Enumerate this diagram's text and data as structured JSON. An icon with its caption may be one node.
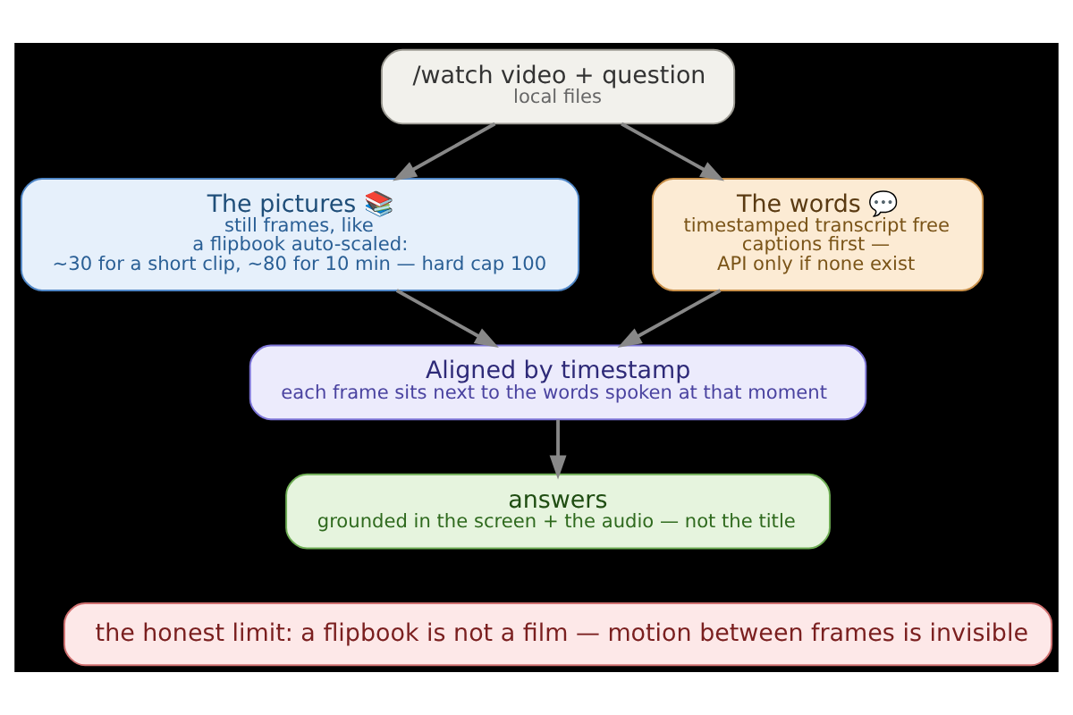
{
  "diagram": {
    "nodes": [
      {
        "text": [
          "/watch video + question",
          "local files"
        ]
      },
      {
        "text": [
          "The pictures 📚",
          "still frames, like a flipbook auto-scaled: ~30 for a short clip, ~80 for 10 min — hard cap 100"
        ]
      },
      {
        "text": [
          "The words 💬",
          "timestamped transcript free captions first — API only if none exist"
        ]
      },
      {
        "text": [
          "Aligned by timestamp",
          "each frame sits next to the words spoken at that moment"
        ]
      },
      {
        "text": [
          "answers",
          "grounded in the screen + the audio — not the title"
        ]
      },
      {
        "text": [
          "the honest limit: a flipbook is not a film — motion between frames is invisible"
        ]
      }
    ],
    "edges": [
      {
        "from": 0,
        "to": 1,
        "arrow": "to"
      },
      {
        "from": 0,
        "to": 2,
        "arrow": "to"
      },
      {
        "from": 1,
        "to": 3,
        "arrow": "to"
      },
      {
        "from": 2,
        "to": 3,
        "arrow": "to"
      },
      {
        "from": 3,
        "to": 4,
        "arrow": "to"
      }
    ]
  }
}
